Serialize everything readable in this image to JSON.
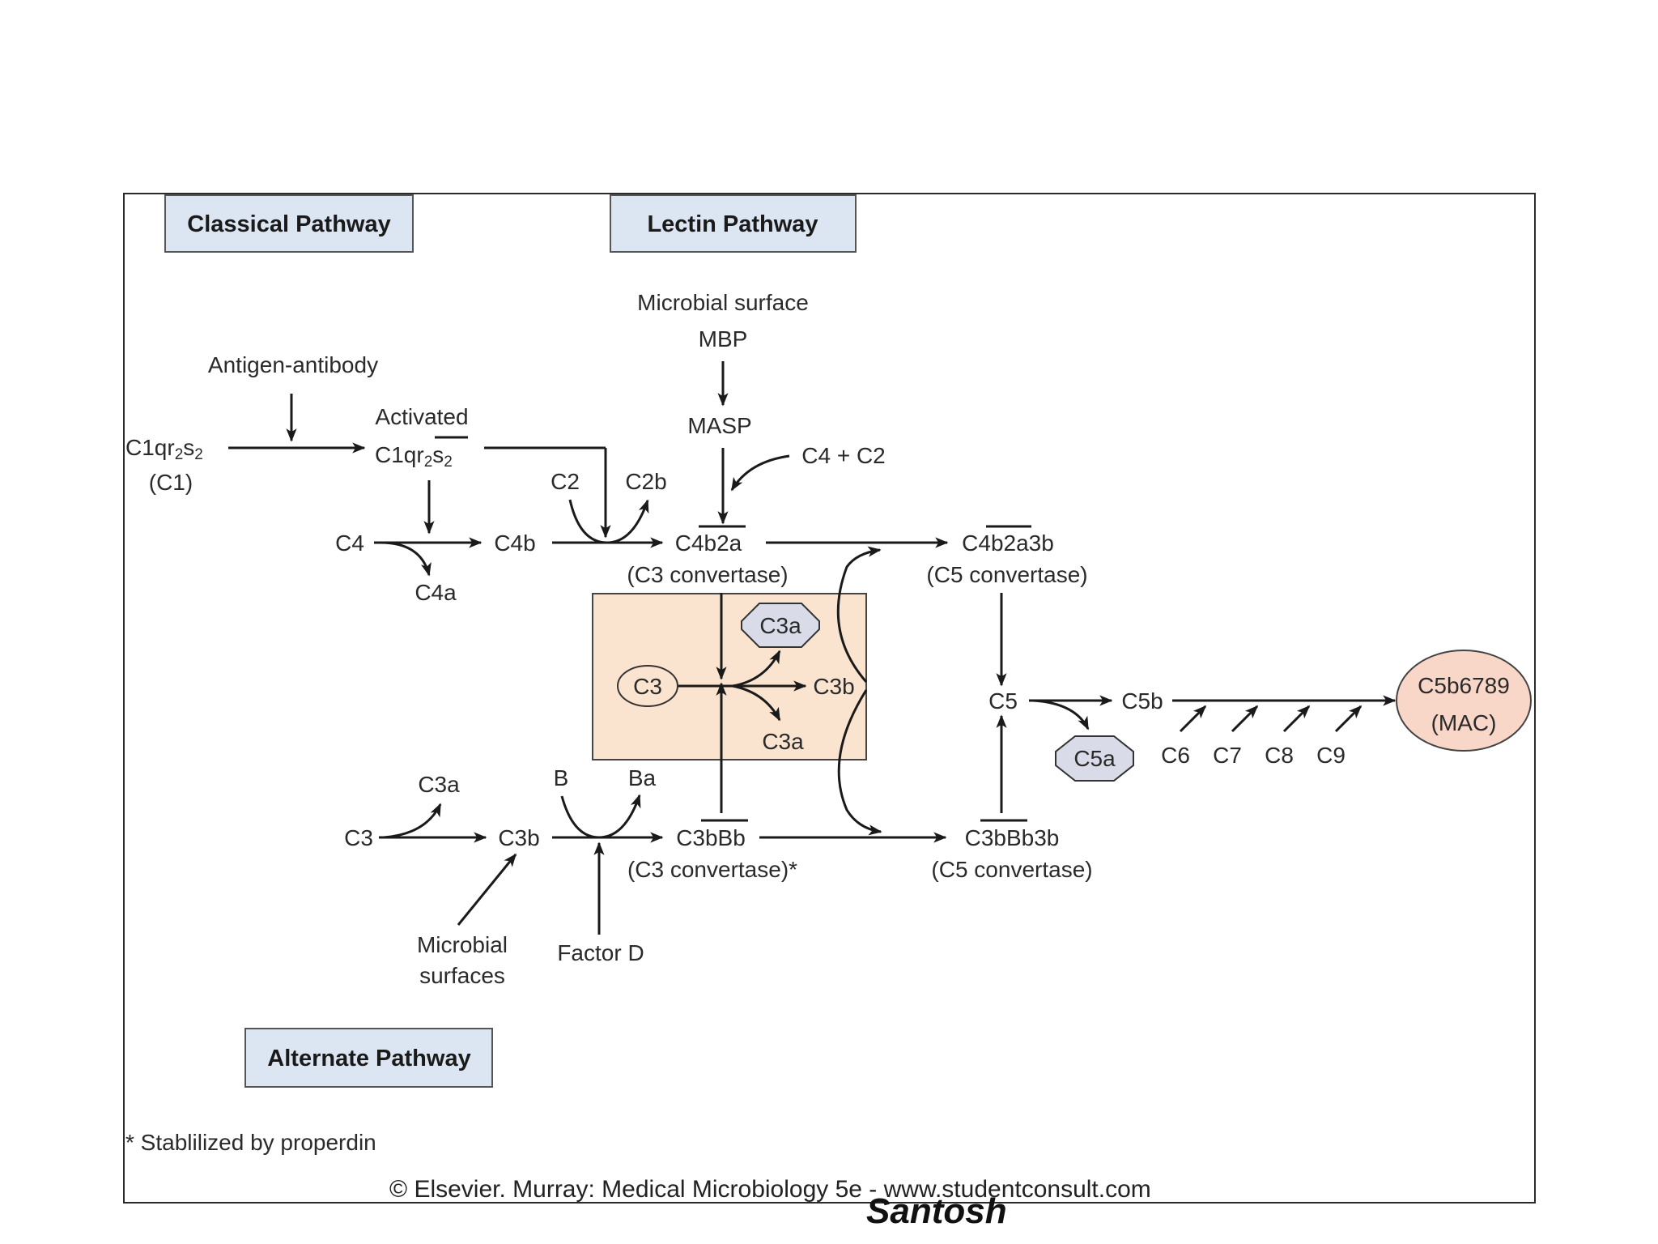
{
  "colors": {
    "header_fill": "#dce6f2",
    "box_fill": "#fbe4cf",
    "octagon_fill": "#d9dbe8",
    "mac_fill": "#f8d6c8",
    "line": "#1a1a1a"
  },
  "headers": {
    "classical": "Classical Pathway",
    "lectin": "Lectin Pathway",
    "alternate": "Alternate Pathway"
  },
  "classical": {
    "antigen_antibody": "Antigen-antibody",
    "c1_main": "C1qr",
    "c1_s1": "2",
    "c1_s2": "s",
    "c1_s3": "2",
    "c1_paren": "(C1)",
    "activated": "Activated",
    "act_c1q": "C1q",
    "act_r": "r",
    "act_2a": "2",
    "act_s": "s",
    "act_2b": "2",
    "c4": "C4",
    "c4b": "C4b",
    "c4a": "C4a",
    "c2": "C2",
    "c2b": "C2b",
    "c4b2a": "C4b2a",
    "c3conv": "(C3 convertase)",
    "c4b2a3b": "C4b2a3b",
    "c5conv": "(C5 convertase)"
  },
  "lectin": {
    "microbial_surface": "Microbial surface",
    "mbp": "MBP",
    "masp": "MASP",
    "c4_c2": "C4 + C2"
  },
  "central": {
    "c3": "C3",
    "c3b": "C3b",
    "c3a_top": "C3a",
    "c3a_bottom": "C3a"
  },
  "terminal": {
    "c5": "C5",
    "c5b": "C5b",
    "c5a": "C5a",
    "c6": "C6",
    "c7": "C7",
    "c8": "C8",
    "c9": "C9",
    "mac_line1": "C5b6789",
    "mac_line2": "(MAC)"
  },
  "alternate": {
    "c3": "C3",
    "c3a": "C3a",
    "c3b": "C3b",
    "b": "B",
    "ba": "Ba",
    "c3bbb": "C3bBb",
    "c3conv": "(C3 convertase)*",
    "c3bbb3b": "C3bBb3b",
    "c5conv": "(C5 convertase)",
    "microbial1": "Microbial",
    "microbial2": "surfaces",
    "factor_d": "Factor D"
  },
  "footnote": "* Stablilized by properdin",
  "credit": "© Elsevier. Murray: Medical Microbiology 5e - www.studentconsult.com",
  "author": "Santosh"
}
